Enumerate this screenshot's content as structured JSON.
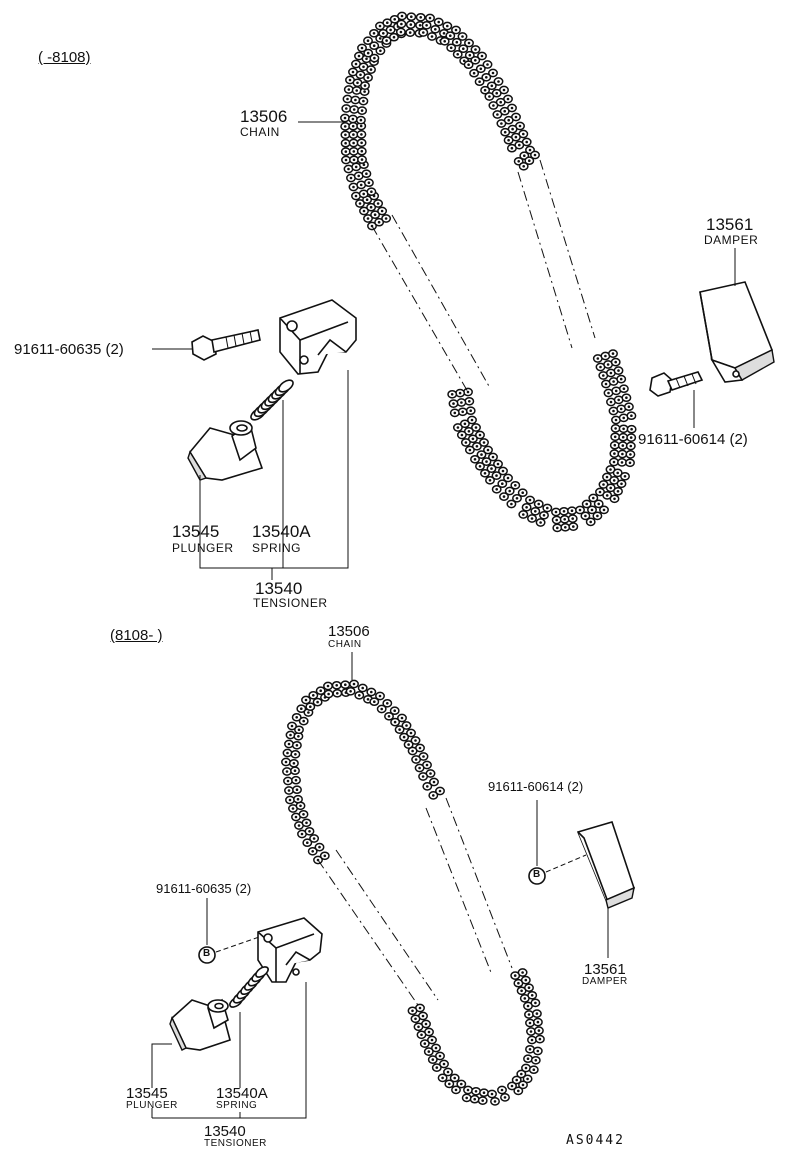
{
  "top_group": {
    "range_label": "(        -8108)",
    "chain": {
      "number": "13506",
      "name": "CHAIN"
    },
    "damper": {
      "number": "13561",
      "name": "DAMPER"
    },
    "bolt_left": "91611-60635 (2)",
    "bolt_right": "91611-60614 (2)",
    "plunger": {
      "number": "13545",
      "name": "PLUNGER"
    },
    "spring": {
      "number": "13540A",
      "name": "SPRING"
    },
    "tensioner": {
      "number": "13540",
      "name": "TENSIONER"
    }
  },
  "bottom_group": {
    "range_label": "(8108-        )",
    "chain": {
      "number": "13506",
      "name": "CHAIN"
    },
    "bolt_right": "91611-60614 (2)",
    "bolt_left": "91611-60635 (2)",
    "bolt_marker": "B",
    "damper": {
      "number": "13561",
      "name": "DAMPER"
    },
    "plunger": {
      "number": "13545",
      "name": "PLUNGER"
    },
    "spring": {
      "number": "13540A",
      "name": "SPRING"
    },
    "tensioner": {
      "number": "13540",
      "name": "TENSIONER"
    }
  },
  "drawing_code": "AS0442"
}
